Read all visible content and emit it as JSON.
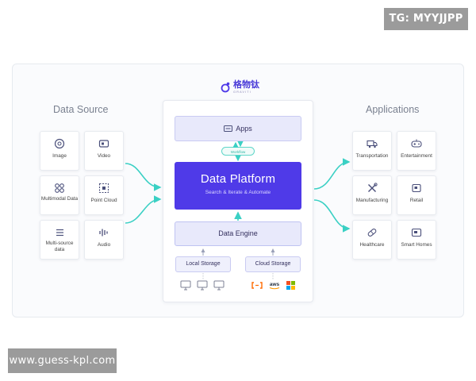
{
  "watermarks": {
    "top": "TG: MYYJJPP",
    "bottom": "www.guess-kpl.com"
  },
  "logo": {
    "name": "格物钛",
    "subtitle": "GRAVITI"
  },
  "data_source": {
    "title": "Data Source",
    "items": [
      {
        "label": "Image",
        "icon": "image-icon"
      },
      {
        "label": "Video",
        "icon": "video-icon"
      },
      {
        "label": "Multimodal Data",
        "icon": "multimodal-icon"
      },
      {
        "label": "Point Cloud",
        "icon": "point-cloud-icon"
      },
      {
        "label": "Multi-source data",
        "icon": "list-icon"
      },
      {
        "label": "Audio",
        "icon": "audio-icon"
      }
    ]
  },
  "platform": {
    "apps": "Apps",
    "workflow": "Workflow",
    "title": "Data Platform",
    "subtitle": "Search & Iterate & Automate",
    "engine": "Data Engine",
    "local_storage": "Local Storage",
    "cloud_storage": "Cloud Storage",
    "cloud_logos": [
      "aliyun-icon",
      "aws",
      "azure-icon"
    ]
  },
  "applications": {
    "title": "Applications",
    "items": [
      {
        "label": "Transportation",
        "icon": "truck-icon"
      },
      {
        "label": "Entertainment",
        "icon": "gamepad-icon"
      },
      {
        "label": "Manufacturing",
        "icon": "tools-icon"
      },
      {
        "label": "Retail",
        "icon": "retail-icon"
      },
      {
        "label": "Healthcare",
        "icon": "pill-icon"
      },
      {
        "label": "Smart Homes",
        "icon": "smart-home-icon"
      }
    ]
  },
  "colors": {
    "accent": "#4f3ae8",
    "arrow": "#3ad0c4",
    "light": "#e8e9fb"
  }
}
